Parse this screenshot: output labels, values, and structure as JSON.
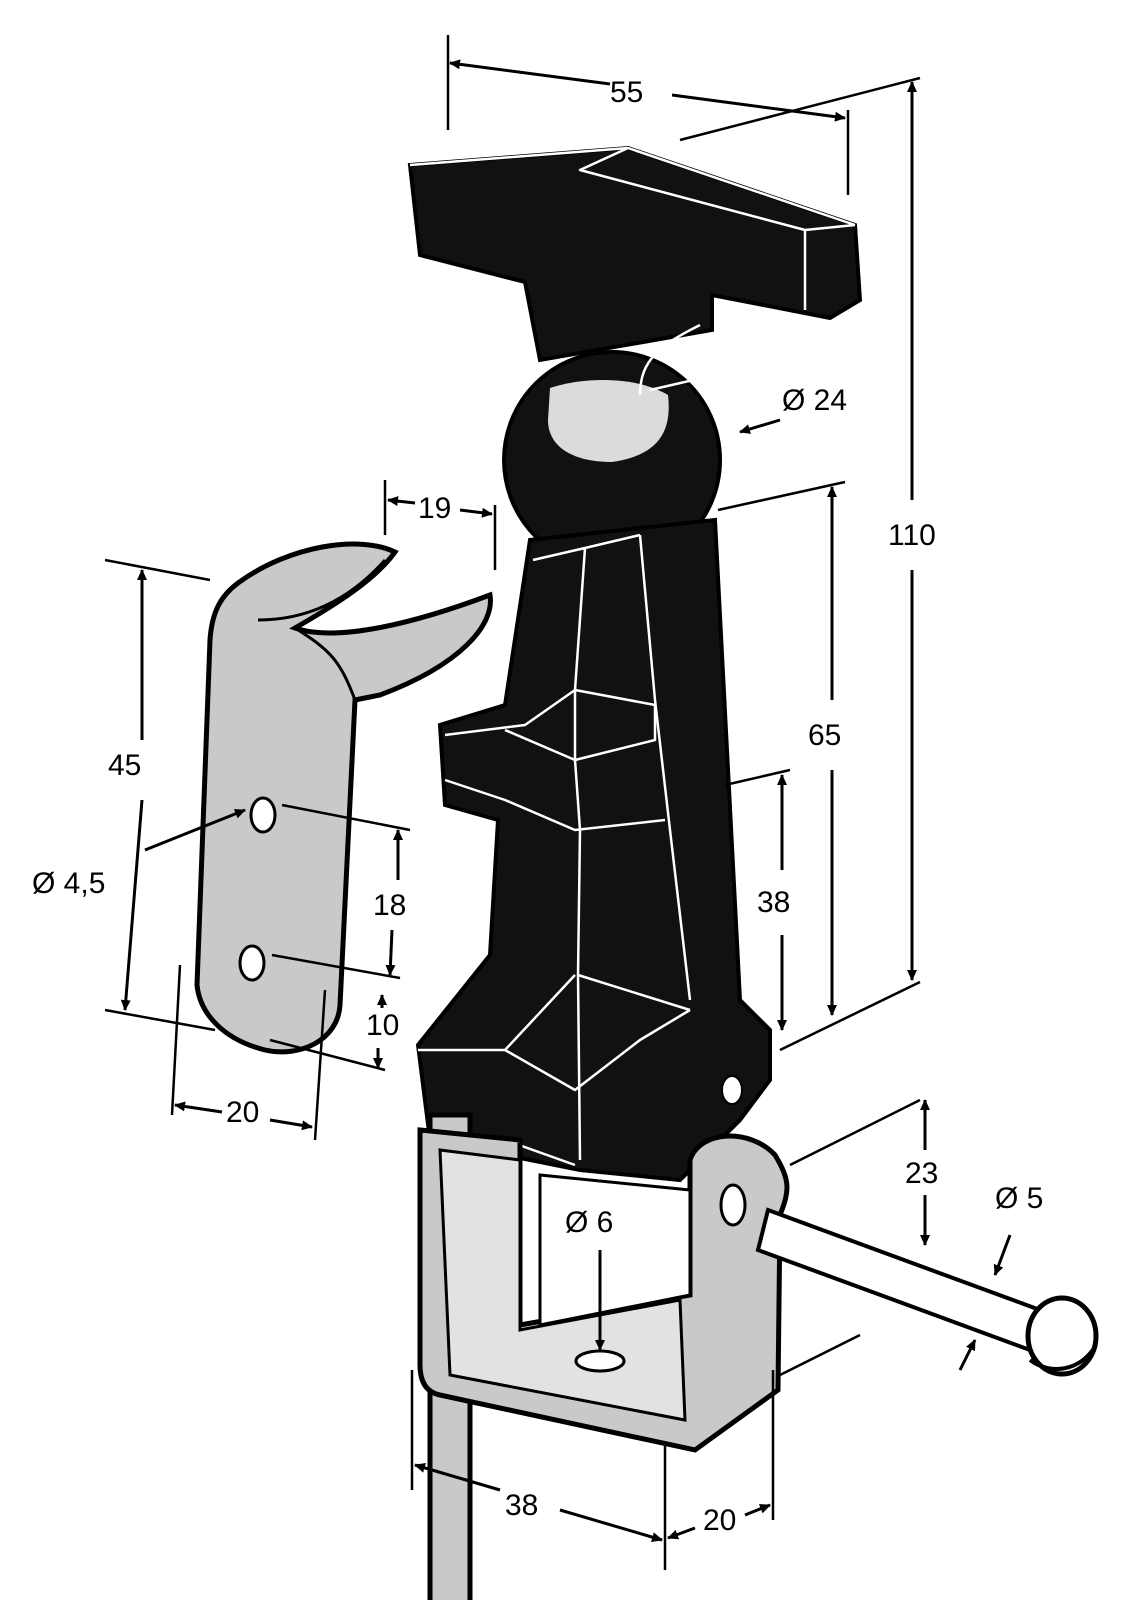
{
  "colors": {
    "ink": "#000000",
    "body": "#111111",
    "metal": "#c9c9c9",
    "paper": "#ffffff"
  },
  "dimensions": {
    "handle_width": "55",
    "overall_height": "110",
    "ball_diameter": "Ø 24",
    "latch_height": "65",
    "lower_height": "38",
    "hook_offset": "19",
    "keeper_length": "45",
    "screw_hole": "Ø 4,5",
    "hole_spacing": "18",
    "hole_edge": "10",
    "keeper_width": "20",
    "bracket_length": "38",
    "bracket_depth": "20",
    "base_hole": "Ø 6",
    "pin_height": "23",
    "pin_diameter": "Ø 5"
  }
}
